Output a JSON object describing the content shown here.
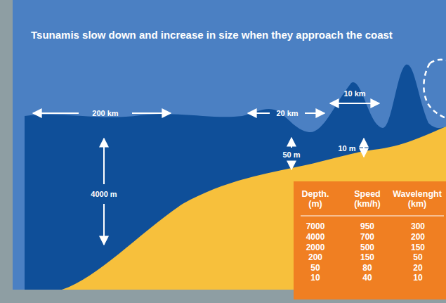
{
  "diagram": {
    "title": "Tsunamis slow down and increase in size when they approach the coast",
    "labels": [
      "200 km",
      "4000 m",
      "20 km",
      "50 m",
      "10 km",
      "10 m",
      "Depth. (m)",
      "Speed (km/h)",
      "Wavelenght (km)",
      "7000",
      "950",
      "300",
      "4000",
      "700",
      "200",
      "2000",
      "500",
      "150",
      "200",
      "150",
      "50",
      "50",
      "80",
      "20",
      "10",
      "40",
      "10"
    ]
  }
}
